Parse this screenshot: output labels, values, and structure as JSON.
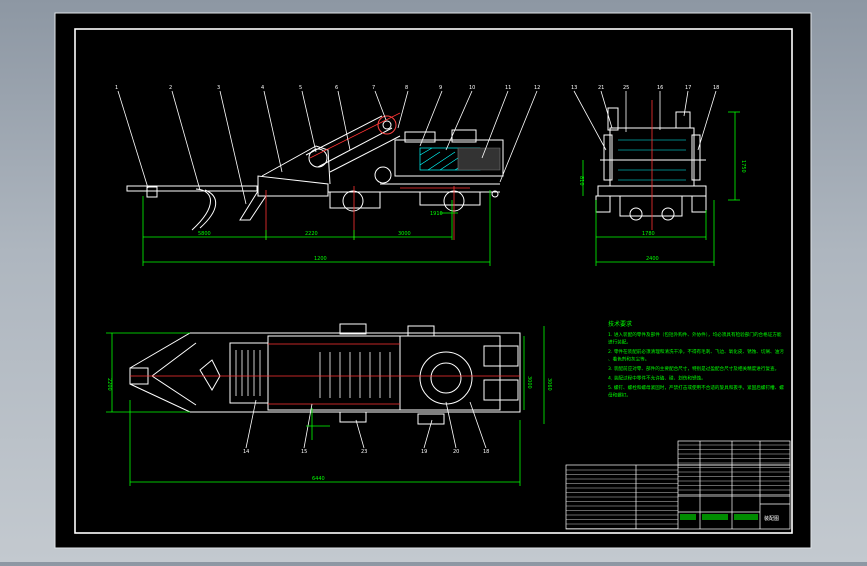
{
  "drawing": {
    "part_labels_side": [
      "1",
      "2",
      "3",
      "4",
      "5",
      "6",
      "7",
      "8",
      "9",
      "10",
      "11",
      "12"
    ],
    "part_labels_front": [
      "13",
      "21",
      "25",
      "16",
      "17",
      "18"
    ],
    "part_labels_plan": [
      "14",
      "15",
      "23",
      "19",
      "20",
      "18"
    ],
    "dims_side": [
      "5800",
      "2220",
      "3000",
      "1910",
      "1200"
    ],
    "dims_front": [
      "1780",
      "2400",
      "1750",
      "810"
    ],
    "dims_plan": [
      "6440",
      "2200",
      "3000",
      "3060"
    ],
    "notes_title": "技术要求",
    "notes": [
      "1. 进入装配的零件及部件（包括外购件、外协件），均必须具有检验部门的合格证方能进行装配。",
      "2. 零件在装配前必须清理和清洗干净，不得有毛刺、飞边、氧化皮、锈蚀、切屑、油污、着色剂和灰尘等。",
      "3. 装配前应对零、部件的主要配合尺寸，特别是过盈配合尺寸及相关精度进行复查。",
      "4. 装配过程中零件不允许磕、碰、划伤和锈蚀。",
      "5. 螺钉、螺栓和螺母紧固时，严禁打击或使用不合适的旋具和扳手。紧固后螺钉槽、螺母和螺钉。"
    ],
    "title_block_label": "装配图"
  },
  "colors": {
    "background": "#000000",
    "frame": "#ffffff",
    "dimension": "#00ff00",
    "hatch": "#00ffff",
    "center_line": "#ff3333",
    "leader": "#ffffff"
  }
}
